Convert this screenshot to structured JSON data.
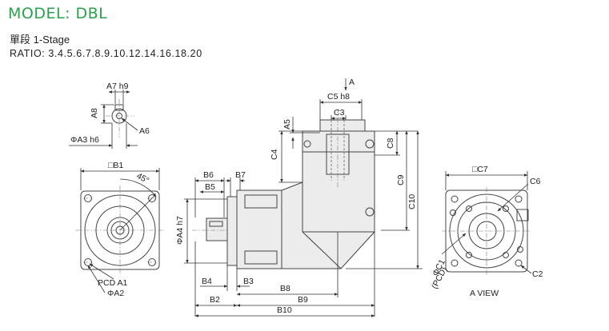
{
  "header": {
    "model": "MODEL: DBL",
    "stage": "單段 1-Stage",
    "ratio": "RATIO: 3.4.5.6.7.8.9.10.12.14.16.18.20"
  },
  "labels": {
    "a7h9": "A7 h9",
    "a8": "A8",
    "a6": "A6",
    "a3h6": "ΦA3 h6",
    "b1": "□B1",
    "deg45": "45°",
    "pcd_a1": "PCD A1",
    "a2": "ΦA2",
    "b6": "B6",
    "b5": "B5",
    "b7": "B7",
    "a4h7": "ΦA4 h7",
    "b4": "B4",
    "b3": "B3",
    "b2": "B2",
    "b8": "B8",
    "b9": "B9",
    "b10": "B10",
    "arrow_a": "A",
    "c5h8": "C5 h8",
    "c3": "C3",
    "a5": "A5",
    "c4": "C4",
    "c8": "C8",
    "c9": "C9",
    "c10": "C10",
    "c7": "□C7",
    "c6": "C6",
    "c1": "ΦC1",
    "pcd": "(PCD)",
    "c2": "C2",
    "a_view": "A VIEW"
  }
}
